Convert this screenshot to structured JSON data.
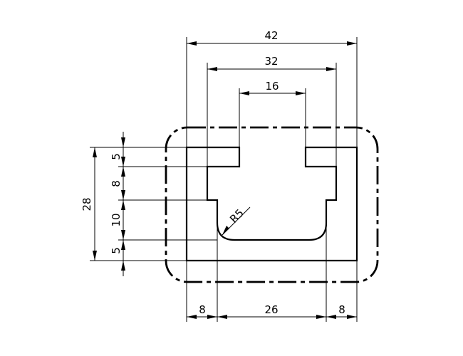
{
  "diagram": {
    "top_dimensions": {
      "overall_width": "42",
      "slot_width": "32",
      "opening_width": "16"
    },
    "left_dimensions": {
      "overall_height": "28",
      "lip_height": "5",
      "slot_upper_height": "8",
      "slot_lower_height": "10",
      "base_height": "5"
    },
    "bottom_dimensions": {
      "left_wall": "8",
      "inner_bottom": "26",
      "right_wall": "8"
    },
    "radius_label": "R5"
  }
}
